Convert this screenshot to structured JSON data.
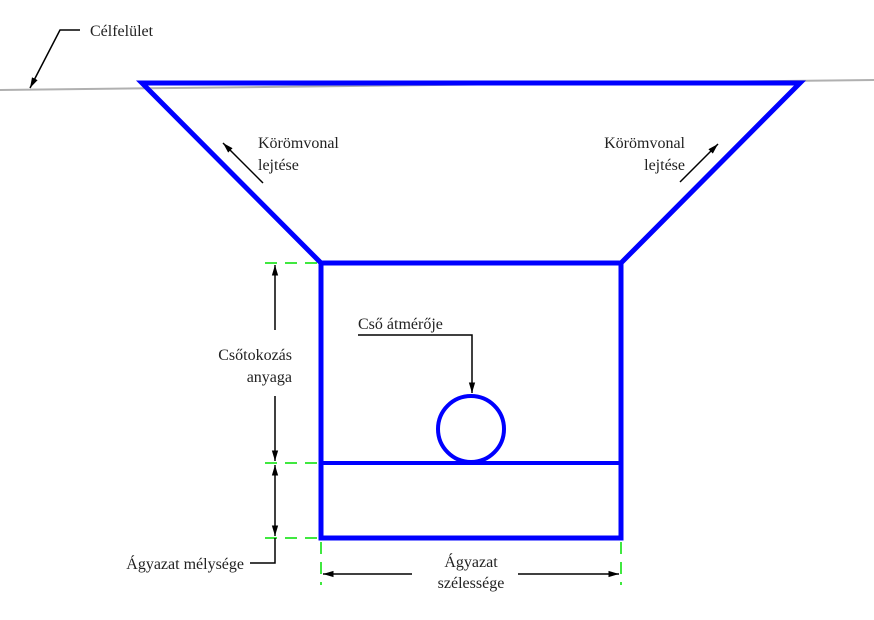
{
  "labels": {
    "target_surface": "Célfelület",
    "slope_left_line1": "Körömvonal",
    "slope_left_line2": "lejtése",
    "slope_right_line1": "Körömvonal",
    "slope_right_line2": "lejtése",
    "pipe_diameter": "Cső átmérője",
    "encasement_line1": "Csőtokozás",
    "encasement_line2": "anyaga",
    "bedding_depth": "Ágyazat mélysége",
    "bedding_width_line1": "Ágyazat",
    "bedding_width_line2": "szélessége"
  },
  "colors": {
    "structure": "#0000ff",
    "surface": "#b0b0b0",
    "dimension_guides": "#00e000",
    "annotation": "#000000"
  }
}
